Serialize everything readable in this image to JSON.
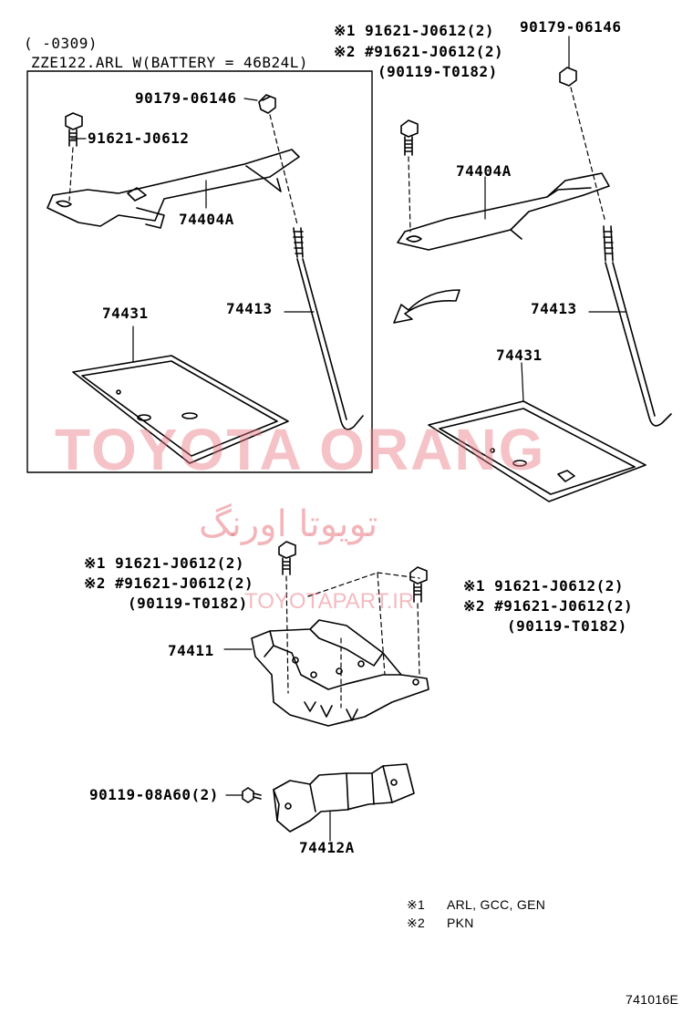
{
  "header": {
    "period": "(     -0309)",
    "condition": "ZZE122.ARL  W(BATTERY = 46B24L)"
  },
  "left_group": {
    "nut": "90179-06146",
    "bolt": "91621-J0612",
    "clamp": "74404A",
    "tray": "74431",
    "rod": "74413"
  },
  "right_group": {
    "bolt_line1": "※1  91621-J0612(2)",
    "bolt_line2": "※2  #91621-J0612(2)",
    "bolt_line3": "(90119-T0182)",
    "nut": "90179-06146",
    "clamp": "74404A",
    "rod": "74413",
    "tray": "74431"
  },
  "carrier_group": {
    "left_line1": "※1  91621-J0612(2)",
    "left_line2": "※2  #91621-J0612(2)",
    "left_line3": "(90119-T0182)",
    "right_line1": "※1  91621-J0612(2)",
    "right_line2": "※2  #91621-J0612(2)",
    "right_line3": "(90119-T0182)",
    "carrier": "74411"
  },
  "stay_group": {
    "bolt": "90119-08A60(2)",
    "stay": "74412A"
  },
  "legend": {
    "row1_mark": "※1",
    "row1_text": "ARL, GCC, GEN",
    "row2_mark": "※2",
    "row2_text": "PKN"
  },
  "figure_id": "741016E",
  "watermarks": {
    "main": "TOYOTA ORANG",
    "persian": "تویوتا اورنگ",
    "site": "TOYOTAPART.IR"
  }
}
